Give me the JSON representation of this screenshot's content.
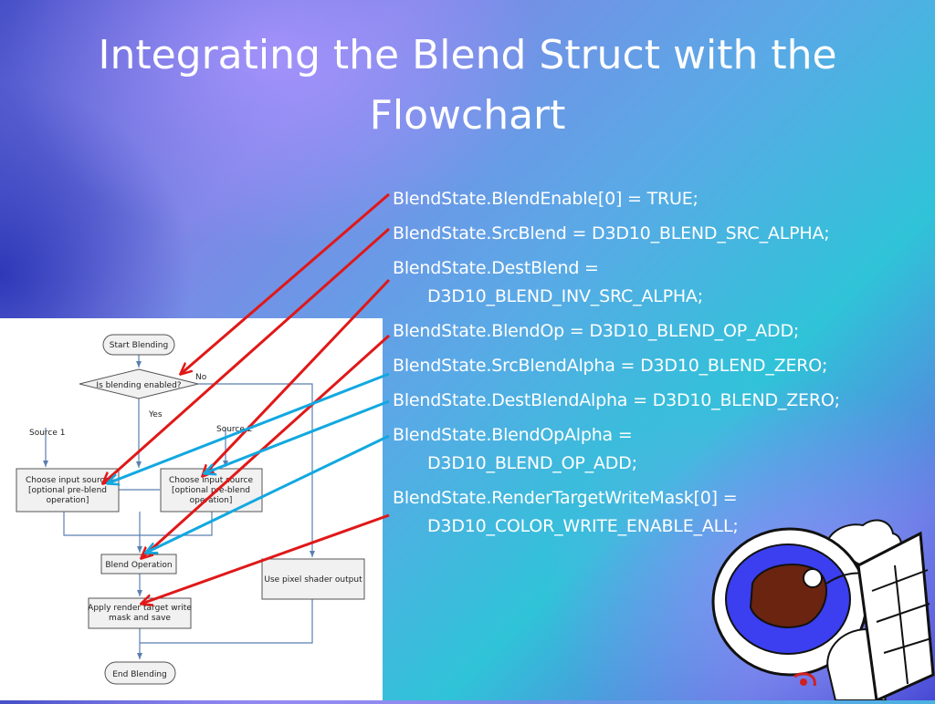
{
  "slide": {
    "title_line1": "Integrating the Blend Struct with the",
    "title_line2": "Flowchart"
  },
  "code": [
    {
      "line1": "BlendState.BlendEnable[0] = TRUE;",
      "line2": ""
    },
    {
      "line1": "BlendState.SrcBlend = D3D10_BLEND_SRC_ALPHA;",
      "line2": ""
    },
    {
      "line1": "BlendState.DestBlend =",
      "line2": "D3D10_BLEND_INV_SRC_ALPHA;"
    },
    {
      "line1": "BlendState.BlendOp = D3D10_BLEND_OP_ADD;",
      "line2": ""
    },
    {
      "line1": "BlendState.SrcBlendAlpha = D3D10_BLEND_ZERO;",
      "line2": ""
    },
    {
      "line1": "BlendState.DestBlendAlpha = D3D10_BLEND_ZERO;",
      "line2": ""
    },
    {
      "line1": "BlendState.BlendOpAlpha =",
      "line2": "D3D10_BLEND_OP_ADD;"
    },
    {
      "line1": "BlendState.RenderTargetWriteMask[0] =",
      "line2": "D3D10_COLOR_WRITE_ENABLE_ALL;"
    }
  ],
  "flowchart": {
    "start": "Start Blending",
    "decision": "Is blending enabled?",
    "no": "No",
    "yes": "Yes",
    "source1": "Source 1",
    "source2": "Source 2",
    "choose1_l1": "Choose input source",
    "choose1_l2": "[optional pre-blend",
    "choose1_l3": "operation]",
    "choose2_l1": "Choose input source",
    "choose2_l2": "[optional pre-blend",
    "choose2_l3": "operation]",
    "blend_op": "Blend Operation",
    "pixel_shader": "Use pixel shader output",
    "apply_l1": "Apply render target write",
    "apply_l2": "mask and save",
    "end": "End Blending"
  },
  "colors": {
    "red_arrow": "#e01818",
    "blue_arrow": "#12a8e0",
    "flow_line": "#5a7fb0",
    "box_fill": "#f1f1f1"
  }
}
